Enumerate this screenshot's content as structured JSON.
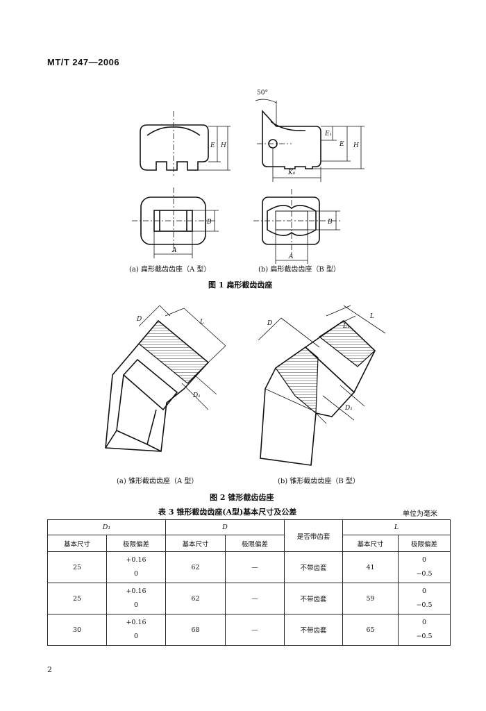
{
  "header": {
    "standard_number": "MT/T 247—2006"
  },
  "figure1": {
    "angle_label": "50°",
    "caption_a": "(a)  扁形截齿齿座（A 型）",
    "caption_b": "(b)  扁形截齿齿座（B 型）",
    "title": "图 1   扁形截齿齿座",
    "labels": {
      "E": "E",
      "H": "H",
      "E1": "E₁",
      "K0": "K₀",
      "B": "B",
      "A": "A"
    }
  },
  "figure2": {
    "caption_a": "(a)  锥形截齿齿座（A 型）",
    "caption_b": "(b)  锥形截齿齿座（B 型）",
    "title": "图 2   锥形截齿齿座",
    "labels": {
      "D": "D",
      "L": "L",
      "D1": "D₁",
      "L1": "L₁"
    }
  },
  "table3": {
    "title": "表 3   锥形截齿齿座(A型)基本尺寸及公差",
    "unit": "单位为毫米",
    "group_headers": {
      "d1": "D₁",
      "d": "D",
      "has_sleeve": "是否带齿套",
      "l": "L"
    },
    "sub_headers": {
      "basic_size": "基本尺寸",
      "tolerance": "极限偏差"
    },
    "rows": [
      {
        "d1": "25",
        "d1_tol_upper": "+0.16",
        "d1_tol_lower": "0",
        "d": "62",
        "d_tol": "—",
        "sleeve": "不带齿套",
        "l": "41",
        "l_tol_upper": "0",
        "l_tol_lower": "−0.5"
      },
      {
        "d1": "25",
        "d1_tol_upper": "+0.16",
        "d1_tol_lower": "0",
        "d": "62",
        "d_tol": "—",
        "sleeve": "不带齿套",
        "l": "59",
        "l_tol_upper": "0",
        "l_tol_lower": "−0.5"
      },
      {
        "d1": "30",
        "d1_tol_upper": "+0.16",
        "d1_tol_lower": "0",
        "d": "68",
        "d_tol": "—",
        "sleeve": "不带齿套",
        "l": "65",
        "l_tol_upper": "0",
        "l_tol_lower": "−0.5"
      }
    ]
  },
  "footer": {
    "page_number": "2"
  }
}
